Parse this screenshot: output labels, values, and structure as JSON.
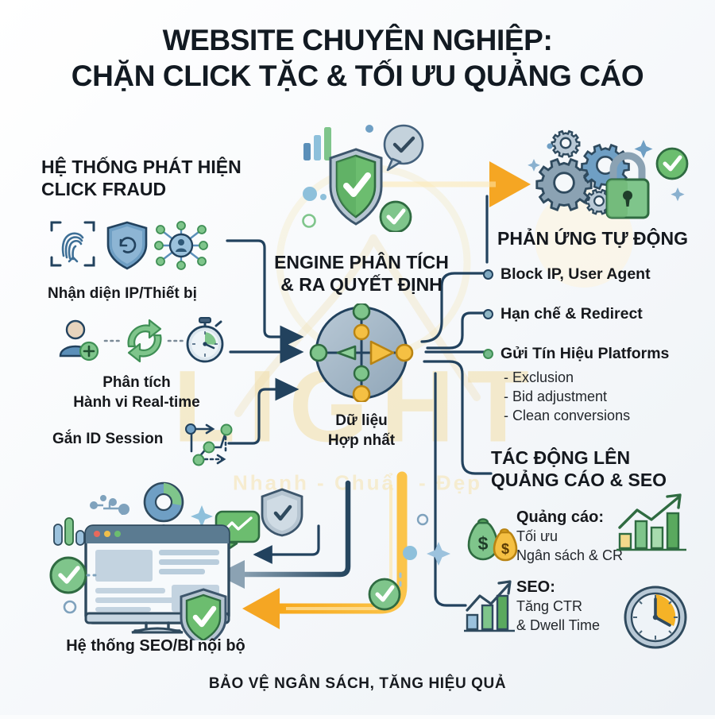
{
  "title": {
    "line1": "WEBSITE CHUYÊN NGHIỆP:",
    "line2": "CHẶN CLICK TẶC & TỐI ƯU QUẢNG CÁO"
  },
  "watermark": {
    "main": "LIGHT",
    "sub": "Nhanh - Chuẩn - Đẹp"
  },
  "footer": {
    "caption": "BẢO VỆ NGÂN SÁCH, TĂNG HIỆU QUẢ"
  },
  "left": {
    "heading_line1": "HỆ THỐNG PHÁT HIỆN",
    "heading_line2": "CLICK FRAUD",
    "caption_detect": "Nhận diện IP/Thiết bị",
    "caption_behavior_line1": "Phân tích",
    "caption_behavior_line2": "Hành vi Real-time",
    "caption_session": "Gắn ID Session"
  },
  "center": {
    "heading_line1": "ENGINE PHÂN TÍCH",
    "heading_line2": "& RA QUYẾT ĐỊNH",
    "sub_line1": "Dữ liệu",
    "sub_line2": "Hợp nhất"
  },
  "right": {
    "heading": "PHẢN ỨNG TỰ ĐỘNG",
    "items": [
      {
        "label": "Block IP, User Agent",
        "dot": "#7fa8c0"
      },
      {
        "label": "Hạn chế & Redirect",
        "dot": "#8fb6c4"
      },
      {
        "label": "Gửi Tín Hiệu Platforms",
        "dot": "#74b98a"
      }
    ],
    "sub_items": [
      "- Exclusion",
      "- Bid adjustment",
      "- Clean conversions"
    ]
  },
  "impact": {
    "heading_line1": "TÁC ĐỘNG LÊN",
    "heading_line2": "QUẢNG CÁO & SEO",
    "ads": {
      "title": "Quảng cáo:",
      "line1": "Tối ưu",
      "line2": "Ngân sách & CR"
    },
    "seo": {
      "title": "SEO:",
      "line1": "Tăng CTR",
      "line2": "& Dwell Time"
    }
  },
  "bottom_left": {
    "caption": "Hệ thống SEO/BI nội bộ"
  },
  "colors": {
    "ink": "#16181c",
    "navy": "#22425e",
    "blue": "#5b8fb9",
    "green": "#6fbf73",
    "amber": "#f5a623",
    "yellow_line": "#fbbf24",
    "steel": "#8ba2b3",
    "paper": "#fbfcfd"
  },
  "icons": {
    "fingerprint": "fingerprint-scan-icon",
    "shield_refresh": "shield-refresh-icon",
    "network_user": "network-user-icon",
    "user_add": "user-add-icon",
    "refresh_cycle": "refresh-cycle-icon",
    "stopwatch": "stopwatch-icon",
    "session_flow": "session-flow-icon",
    "shield_check": "shield-check-icon",
    "chat_check": "chat-check-icon",
    "bar_mini": "bar-chart-mini-icon",
    "gears": "gears-icon",
    "lock": "lock-icon",
    "check_badge": "check-badge-icon",
    "monitor": "monitor-dashboard-icon",
    "donut": "donut-chart-icon",
    "money_bags": "money-bags-icon",
    "growth_chart": "growth-bar-chart-icon",
    "clock": "clock-icon",
    "sparkle": "sparkle-icon"
  }
}
